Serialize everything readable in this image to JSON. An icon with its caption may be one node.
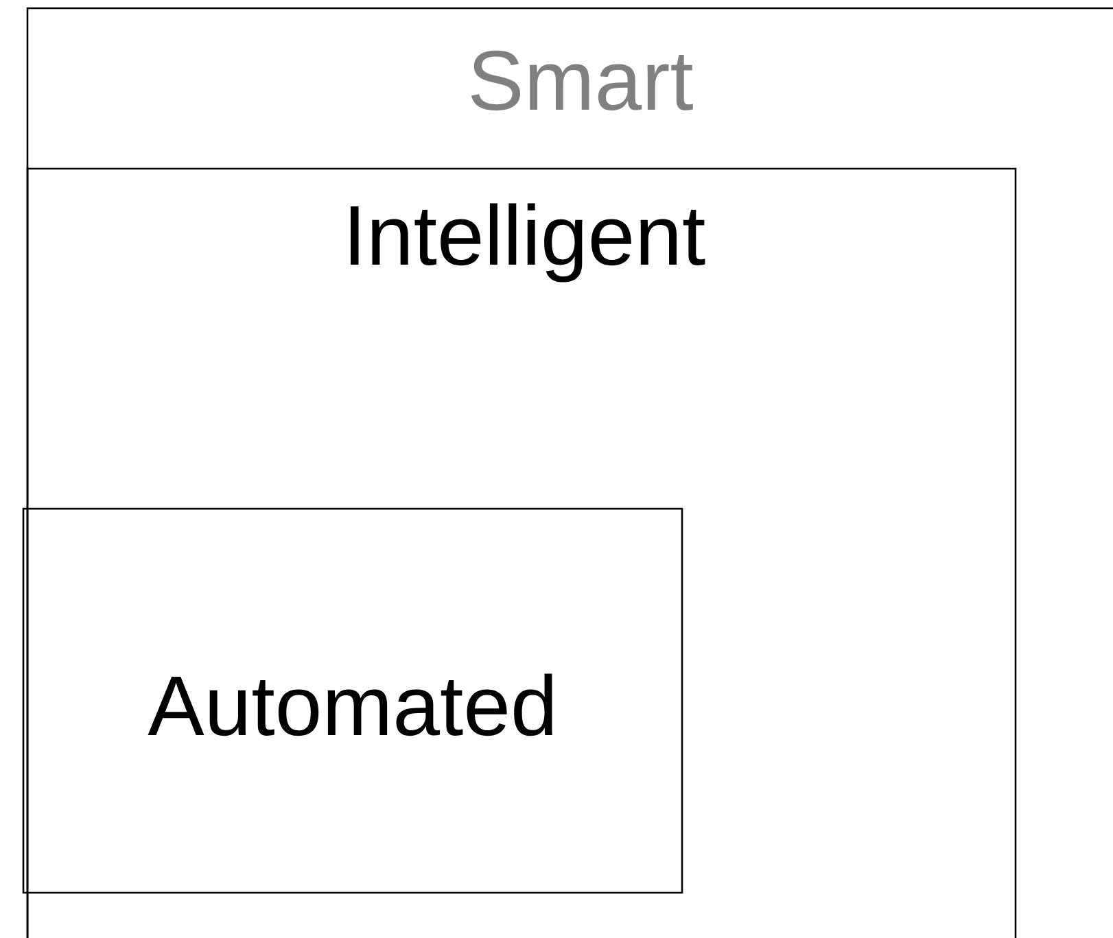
{
  "diagram": {
    "nodes": [
      {
        "text": [
          "Smart"
        ]
      },
      {
        "text": [
          "Intelligent"
        ],
        "in": 0
      },
      {
        "text": [
          "Automated"
        ],
        "in": 1
      }
    ]
  }
}
